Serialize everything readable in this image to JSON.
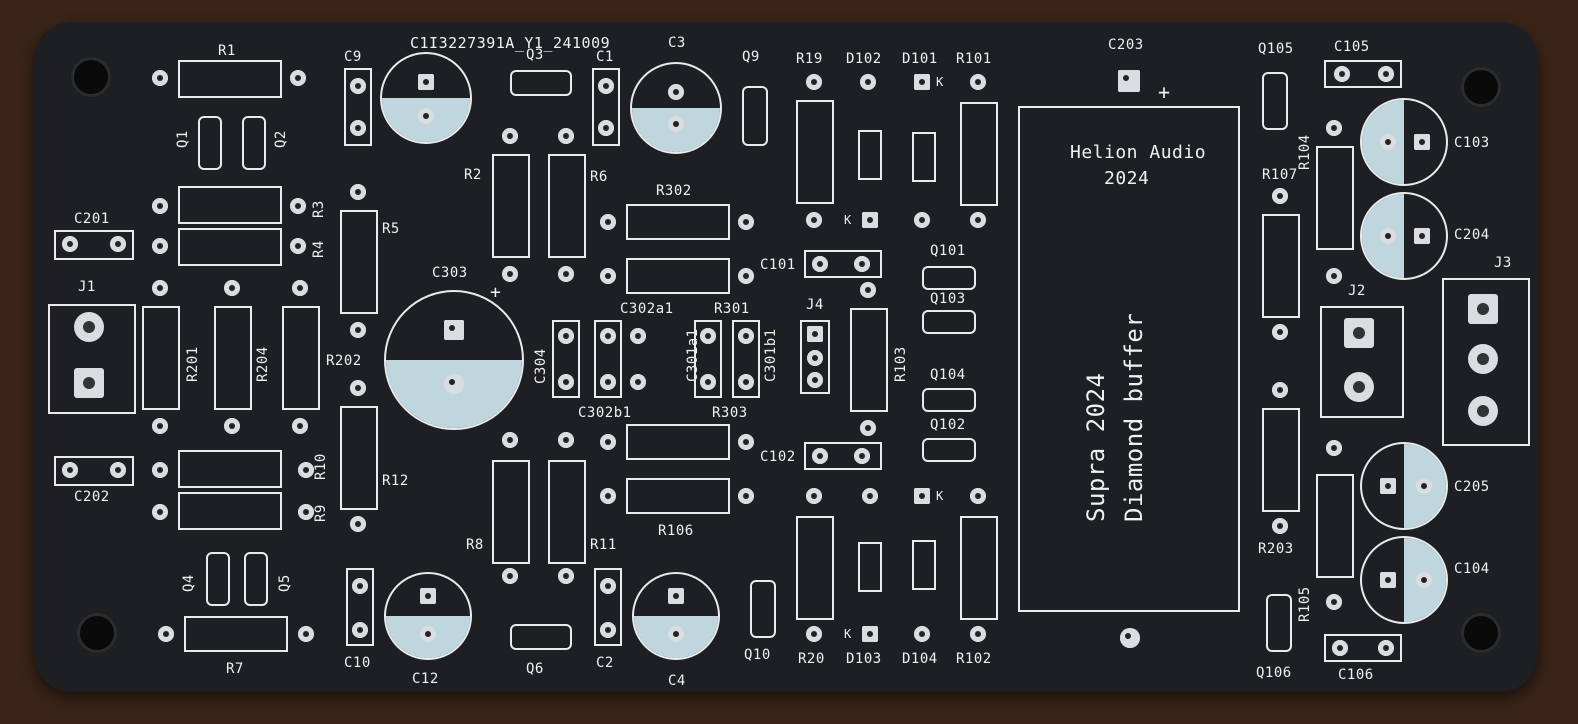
{
  "board": {
    "id_text": "C1I3227391A_Y1_241009",
    "brand": "Helion Audio",
    "year": "2024",
    "title_line1": "Supra 2024",
    "title_line2": "Diamond buffer"
  },
  "labels": {
    "R1": "R1",
    "C9": "C9",
    "Q3": "Q3",
    "C1": "C1",
    "C3": "C3",
    "Q9": "Q9",
    "R19": "R19",
    "D102": "D102",
    "D101": "D101",
    "R101": "R101",
    "K1": "K",
    "C203": "C203",
    "Q105": "Q105",
    "C105": "C105",
    "Q1": "Q1",
    "Q2": "Q2",
    "R104": "R104",
    "C103": "C103",
    "R2": "R2",
    "R6": "R6",
    "R302": "R302",
    "K2": "K",
    "R107": "R107",
    "C204": "C204",
    "C201": "C201",
    "R3": "R3",
    "R4": "R4",
    "R5": "R5",
    "J1": "J1",
    "C303": "C303",
    "C101": "C101",
    "Q101": "Q101",
    "Q103": "Q103",
    "J2": "J2",
    "J3": "J3",
    "C302a1": "C302a1",
    "R301": "R301",
    "J4": "J4",
    "R201": "R201",
    "R204": "R204",
    "R202": "R202",
    "C304": "C304",
    "C301a1": "C301a1",
    "C301b1": "C301b1",
    "R103": "R103",
    "Q104": "Q104",
    "C302b1": "C302b1",
    "R303": "R303",
    "Q102": "Q102",
    "C202": "C202",
    "R10": "R10",
    "R9": "R9",
    "R12": "R12",
    "C102": "C102",
    "C205": "C205",
    "K3": "K",
    "R106": "R106",
    "R203": "R203",
    "R8": "R8",
    "R11": "R11",
    "Q4": "Q4",
    "Q5": "Q5",
    "C104": "C104",
    "R105": "R105",
    "R7": "R7",
    "C10": "C10",
    "C12": "C12",
    "Q6": "Q6",
    "C2": "C2",
    "C4": "C4",
    "Q10": "Q10",
    "R20": "R20",
    "D103": "D103",
    "D104": "D104",
    "R102": "R102",
    "K4": "K",
    "Q106": "Q106",
    "C106": "C106"
  },
  "colors": {
    "board": "#1d1f22",
    "silk": "#e8eaec",
    "pad": "#d9dde0",
    "cap_fill": "#bfd6de",
    "wood": "#3a2418"
  }
}
